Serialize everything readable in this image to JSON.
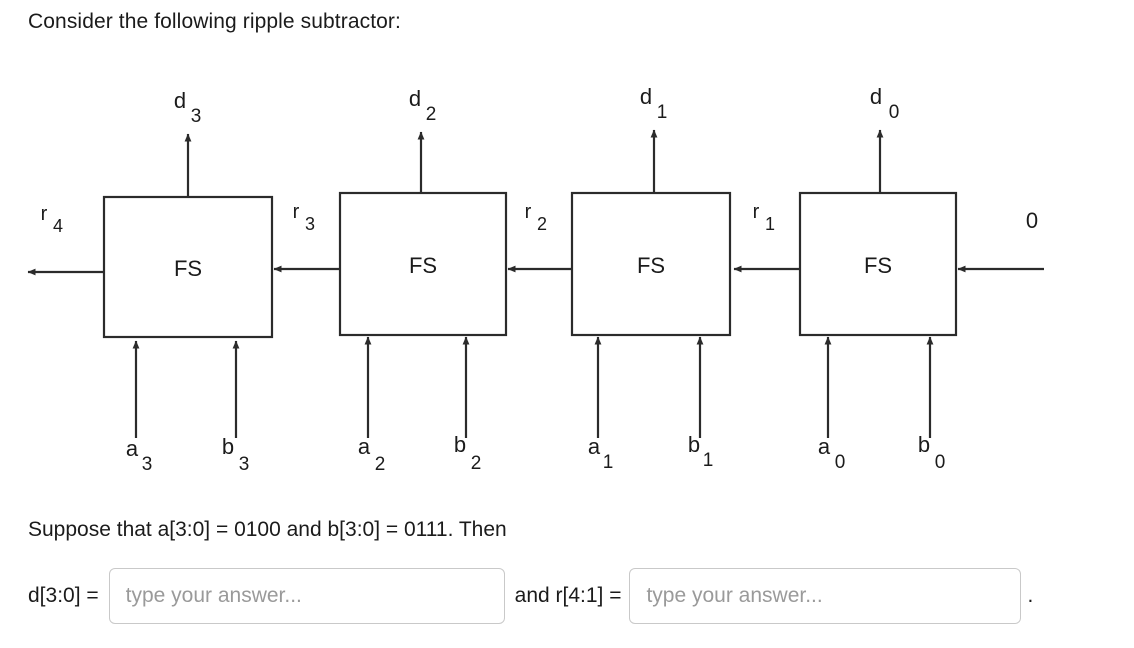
{
  "intro": "Consider the following ripple subtractor:",
  "diagram": {
    "block_label": "FS",
    "blocks": [
      {
        "name": "FS",
        "d": "d",
        "d_sub": "3",
        "r_out": "r",
        "r_out_sub": "4",
        "a": "a",
        "a_sub": "3",
        "b": "b",
        "b_sub": "3"
      },
      {
        "name": "FS",
        "d": "d",
        "d_sub": "2",
        "r_out": "r",
        "r_out_sub": "3",
        "a": "a",
        "a_sub": "2",
        "b": "b",
        "b_sub": "2"
      },
      {
        "name": "FS",
        "d": "d",
        "d_sub": "1",
        "r_out": "r",
        "r_out_sub": "2",
        "a": "a",
        "a_sub": "1",
        "b": "b",
        "b_sub": "1"
      },
      {
        "name": "FS",
        "d": "d",
        "d_sub": "0",
        "r_out": "r",
        "r_out_sub": "1",
        "a": "a",
        "a_sub": "0",
        "b": "b",
        "b_sub": "0"
      }
    ],
    "carry_in": "0"
  },
  "question": {
    "suppose": "Suppose that a[3:0] = 0100 and b[3:0] = 0111. Then",
    "d_label": "d[3:0] =",
    "d_placeholder": "type your answer...",
    "mid_label": "and r[4:1] =",
    "r_placeholder": "type your answer...",
    "trailing": "."
  },
  "colors": {
    "text": "#1b1b1b",
    "stroke": "#2b2b2b",
    "input_border": "#c9c9c9",
    "placeholder": "#9a9a9a"
  }
}
